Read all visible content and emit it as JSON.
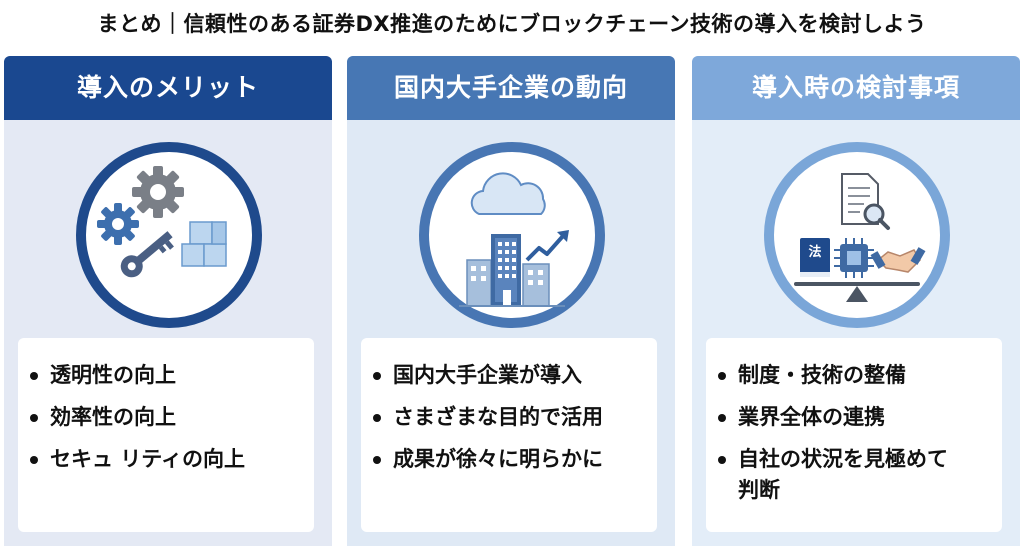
{
  "title": "まとめ｜信頼性のある証券DX推進のためにブロックチェーン技術の導入を検討しよう",
  "colors": {
    "header_1": "#1a4890",
    "header_2": "#4777b4",
    "header_3": "#7ea8da",
    "panel_bg": "#e4e9f4"
  },
  "columns": [
    {
      "header": "導入のメリット",
      "icon": "gears-key-blocks-icon",
      "items": [
        "透明性の向上",
        "効率性の向上",
        "セキュ リティの向上"
      ]
    },
    {
      "header": "国内大手企業の動向",
      "icon": "cloud-buildings-growth-icon",
      "items": [
        "国内大手企業が導入",
        "さまざまな目的で活用",
        "成果が徐々に明らかに"
      ]
    },
    {
      "header": "導入時の検討事項",
      "icon": "law-chip-handshake-balance-icon",
      "law_label": "法",
      "items": [
        "制度・技術の整備",
        "業界全体の連携",
        "自社の状況を見極めて判断"
      ]
    }
  ]
}
